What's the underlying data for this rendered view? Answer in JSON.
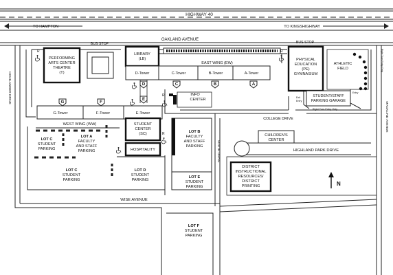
{
  "roads": {
    "highway": "HIGHWAY 40",
    "to_west": "TO HAMPTON",
    "to_east": "TO KINGSHIGHWAY",
    "oakland": "OAKLAND AVENUE",
    "highlander": "HIGHLANDER DRIVE",
    "macklind": "MACKLIND AVENUE",
    "college": "COLLEGE DRIVE",
    "highland_park": "HIGHLAND PARK DRIVE",
    "south": "SOUTH DRIVE",
    "wise": "WISE AVENUE"
  },
  "bus_stops": [
    "BUS STOP",
    "BUS STOP"
  ],
  "buildings": {
    "theatre": [
      "PERFORMING",
      "ARTS CENTER",
      "THEATRE",
      "(T)"
    ],
    "library": [
      "LIBRARY",
      "(LB)"
    ],
    "east_wing": "EAST WING (EW)",
    "d_tower": "D-Tower",
    "c_tower": "C-Tower",
    "b_tower": "B-Tower",
    "a_tower": "A-Tower",
    "pe": [
      "PHYSICAL",
      "EDUCATION",
      "(PE)",
      "GYMNASIUM"
    ],
    "athletic": [
      "ATHLETIC",
      "FIELD"
    ],
    "garage": [
      "STUDENT/STAFF",
      "PARKING GARAGE"
    ],
    "info": [
      "INFO",
      "CENTER"
    ],
    "g_tower": "G-Tower",
    "f_tower": "F-Tower",
    "e_tower": "E-Tower",
    "west_wing": "WEST WING (WW)",
    "student_center": [
      "STUDENT",
      "CENTER",
      "(SC)"
    ],
    "hospitality": "HOSPITALITY",
    "childrens": [
      "CHILDREN'S",
      "CENTER"
    ],
    "district": [
      "DISTRICT",
      "INSTRUCTIONAL",
      "RESOURCES/",
      "DISTRICT",
      "PRINTING"
    ]
  },
  "markers": [
    "G",
    "F",
    "D",
    "E",
    "C",
    "B",
    "A"
  ],
  "lots": {
    "c_top": [
      "LOT C",
      "STUDENT",
      "PARKING"
    ],
    "a": [
      "LOT A",
      "FACULTY",
      "AND STAFF",
      "PARKING"
    ],
    "c_bottom": [
      "LOT C",
      "STUDENT",
      "PARKING"
    ],
    "d": [
      "LOT D",
      "STUDENT",
      "PARKING"
    ],
    "b": [
      "LOT B",
      "FACULTY",
      "AND STAFF",
      "PARKING"
    ],
    "e": [
      "LOT E",
      "STUDENT",
      "PARKING"
    ],
    "f": [
      "LOT F",
      "STUDENT",
      "PARKING"
    ]
  },
  "small_labels": {
    "right_turn_entry": "Right Turn Entry Only",
    "right_turn_exit": "Right Turn Entry Only",
    "entry": "Entry",
    "exit": "Exit",
    "restroom": "R"
  },
  "north": "N",
  "icons": [
    "accessible-parking-icon",
    "north-arrow-icon",
    "highway-arrow-icon",
    "restroom-icon"
  ]
}
